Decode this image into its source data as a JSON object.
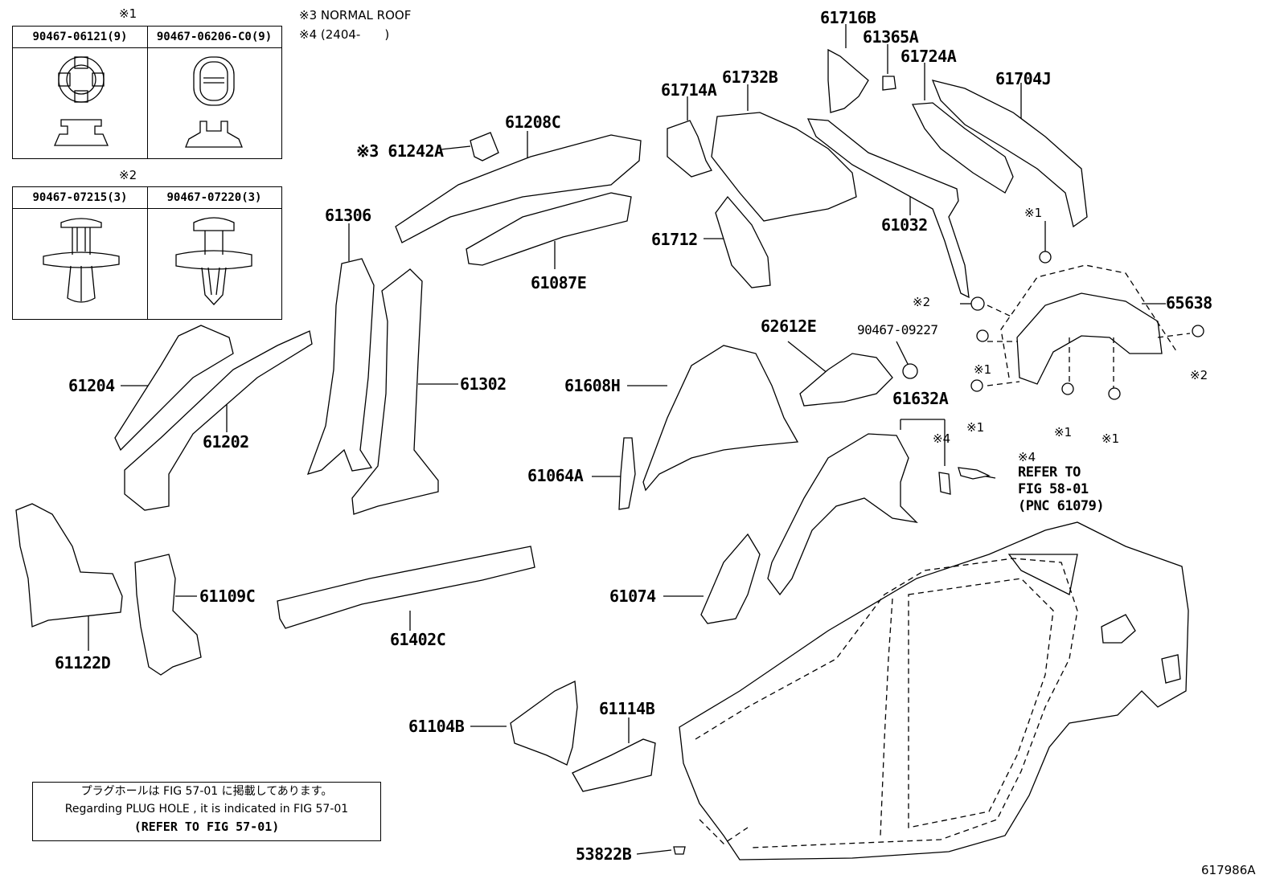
{
  "clip_groups": [
    {
      "mark": "※1",
      "parts": [
        "90467-06121(9)",
        "90467-06206-C0(9)"
      ]
    },
    {
      "mark": "※2",
      "parts": [
        "90467-07215(3)",
        "90467-07220(3)"
      ]
    }
  ],
  "notes": {
    "note3": "※3 NORMAL ROOF",
    "note4": "※4 (2404-　　)"
  },
  "part_labels": {
    "p61208C": "61208C",
    "p61242A": "※3 61242A",
    "p61306": "61306",
    "p61087E": "61087E",
    "p61204": "61204",
    "p61202": "61202",
    "p61302": "61302",
    "p61122D": "61122D",
    "p61109C": "61109C",
    "p61402C": "61402C",
    "p61104B": "61104B",
    "p61114B": "61114B",
    "p53822B": "53822B",
    "p61716B": "61716B",
    "p61365A": "61365A",
    "p61724A": "61724A",
    "p61714A": "61714A",
    "p61732B": "61732B",
    "p61704J": "61704J",
    "p61712": "61712",
    "p61032": "61032",
    "p65638": "65638",
    "p62612E": "62612E",
    "p90467_09227": "90467-09227",
    "p61608H": "61608H",
    "p61632A": "61632A",
    "p61064A": "61064A",
    "p61074": "61074"
  },
  "marks": {
    "m1_top": "※1",
    "m2_left": "※2",
    "m2_right": "※2",
    "m1_a": "※1",
    "m1_b": "※1",
    "m1_c": "※1",
    "m1_d": "※1",
    "m4": "※4"
  },
  "refer_note": {
    "mark": "※4",
    "line1": "REFER TO",
    "line2": "FIG 58-01",
    "line3": "(PNC 61079)"
  },
  "plug_hole_box": {
    "jp": "プラグホールは FIG 57-01 に掲載してあります。",
    "en": "Regarding PLUG HOLE , it is indicated in FIG 57-01",
    "ref": "(REFER TO FIG 57-01)"
  },
  "figure_id": "617986A"
}
